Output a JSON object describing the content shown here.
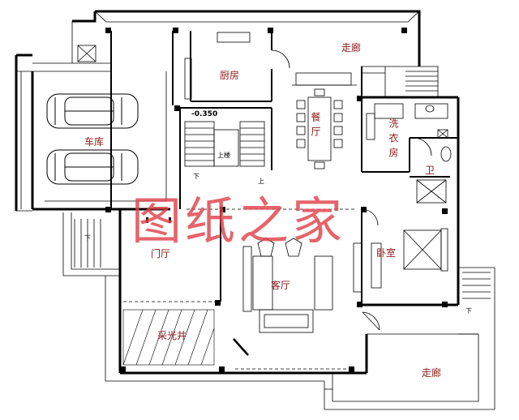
{
  "rooms": {
    "corridor_top": "走廊",
    "kitchen": "厨房",
    "dining": "餐厅",
    "laundry": "洗衣房",
    "garage": "车库",
    "bath": "卫",
    "foyer": "门厅",
    "bedroom": "卧室",
    "living": "客厅",
    "lightwell": "采光井",
    "corridor_bottom": "走廊"
  },
  "annotations": {
    "level": "-0.350",
    "stair_up": "上楼",
    "down_1": "下",
    "down_2": "下",
    "down_3": "下",
    "up_1": "上"
  },
  "watermark": "图纸之家",
  "colors": {
    "wall": "#000000",
    "label": "#8b1a1a",
    "watermark": "#e0434b",
    "background": "#ffffff"
  }
}
